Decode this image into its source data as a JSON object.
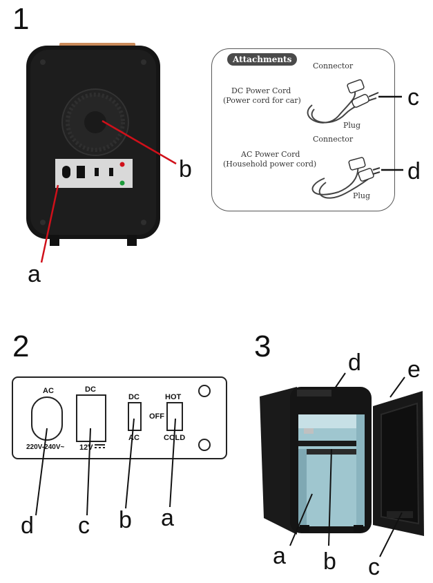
{
  "figures": {
    "fig1": {
      "number": "1",
      "labels": {
        "a": "a",
        "b": "b",
        "c": "c",
        "d": "d"
      },
      "attachments": {
        "title": "Attachments",
        "dc_connector": "Connector",
        "dc_cord_line1": "DC Power Cord",
        "dc_cord_line2": "(Power cord for car)",
        "dc_plug": "Plug",
        "ac_connector": "Connector",
        "ac_cord_line1": "AC Power Cord",
        "ac_cord_line2": "(Household power cord)",
        "ac_plug": "Plug"
      }
    },
    "fig2": {
      "number": "2",
      "panel": {
        "ac": "AC",
        "voltage": "220V-240V~",
        "dc": "DC",
        "dc_voltage": "12V",
        "switch1_top": "DC",
        "switch1_bottom": "AC",
        "off": "OFF",
        "switch2_top": "HOT",
        "switch2_bottom": "COLD"
      },
      "labels": {
        "d": "d",
        "c": "c",
        "b": "b",
        "a": "a"
      }
    },
    "fig3": {
      "number": "3",
      "labels": {
        "d": "d",
        "e": "e",
        "a": "a",
        "b": "b",
        "c": "c"
      }
    },
    "colors": {
      "device_body": "#151515",
      "leader_red": "#d0101a",
      "interior": "#9fc6cf"
    }
  }
}
